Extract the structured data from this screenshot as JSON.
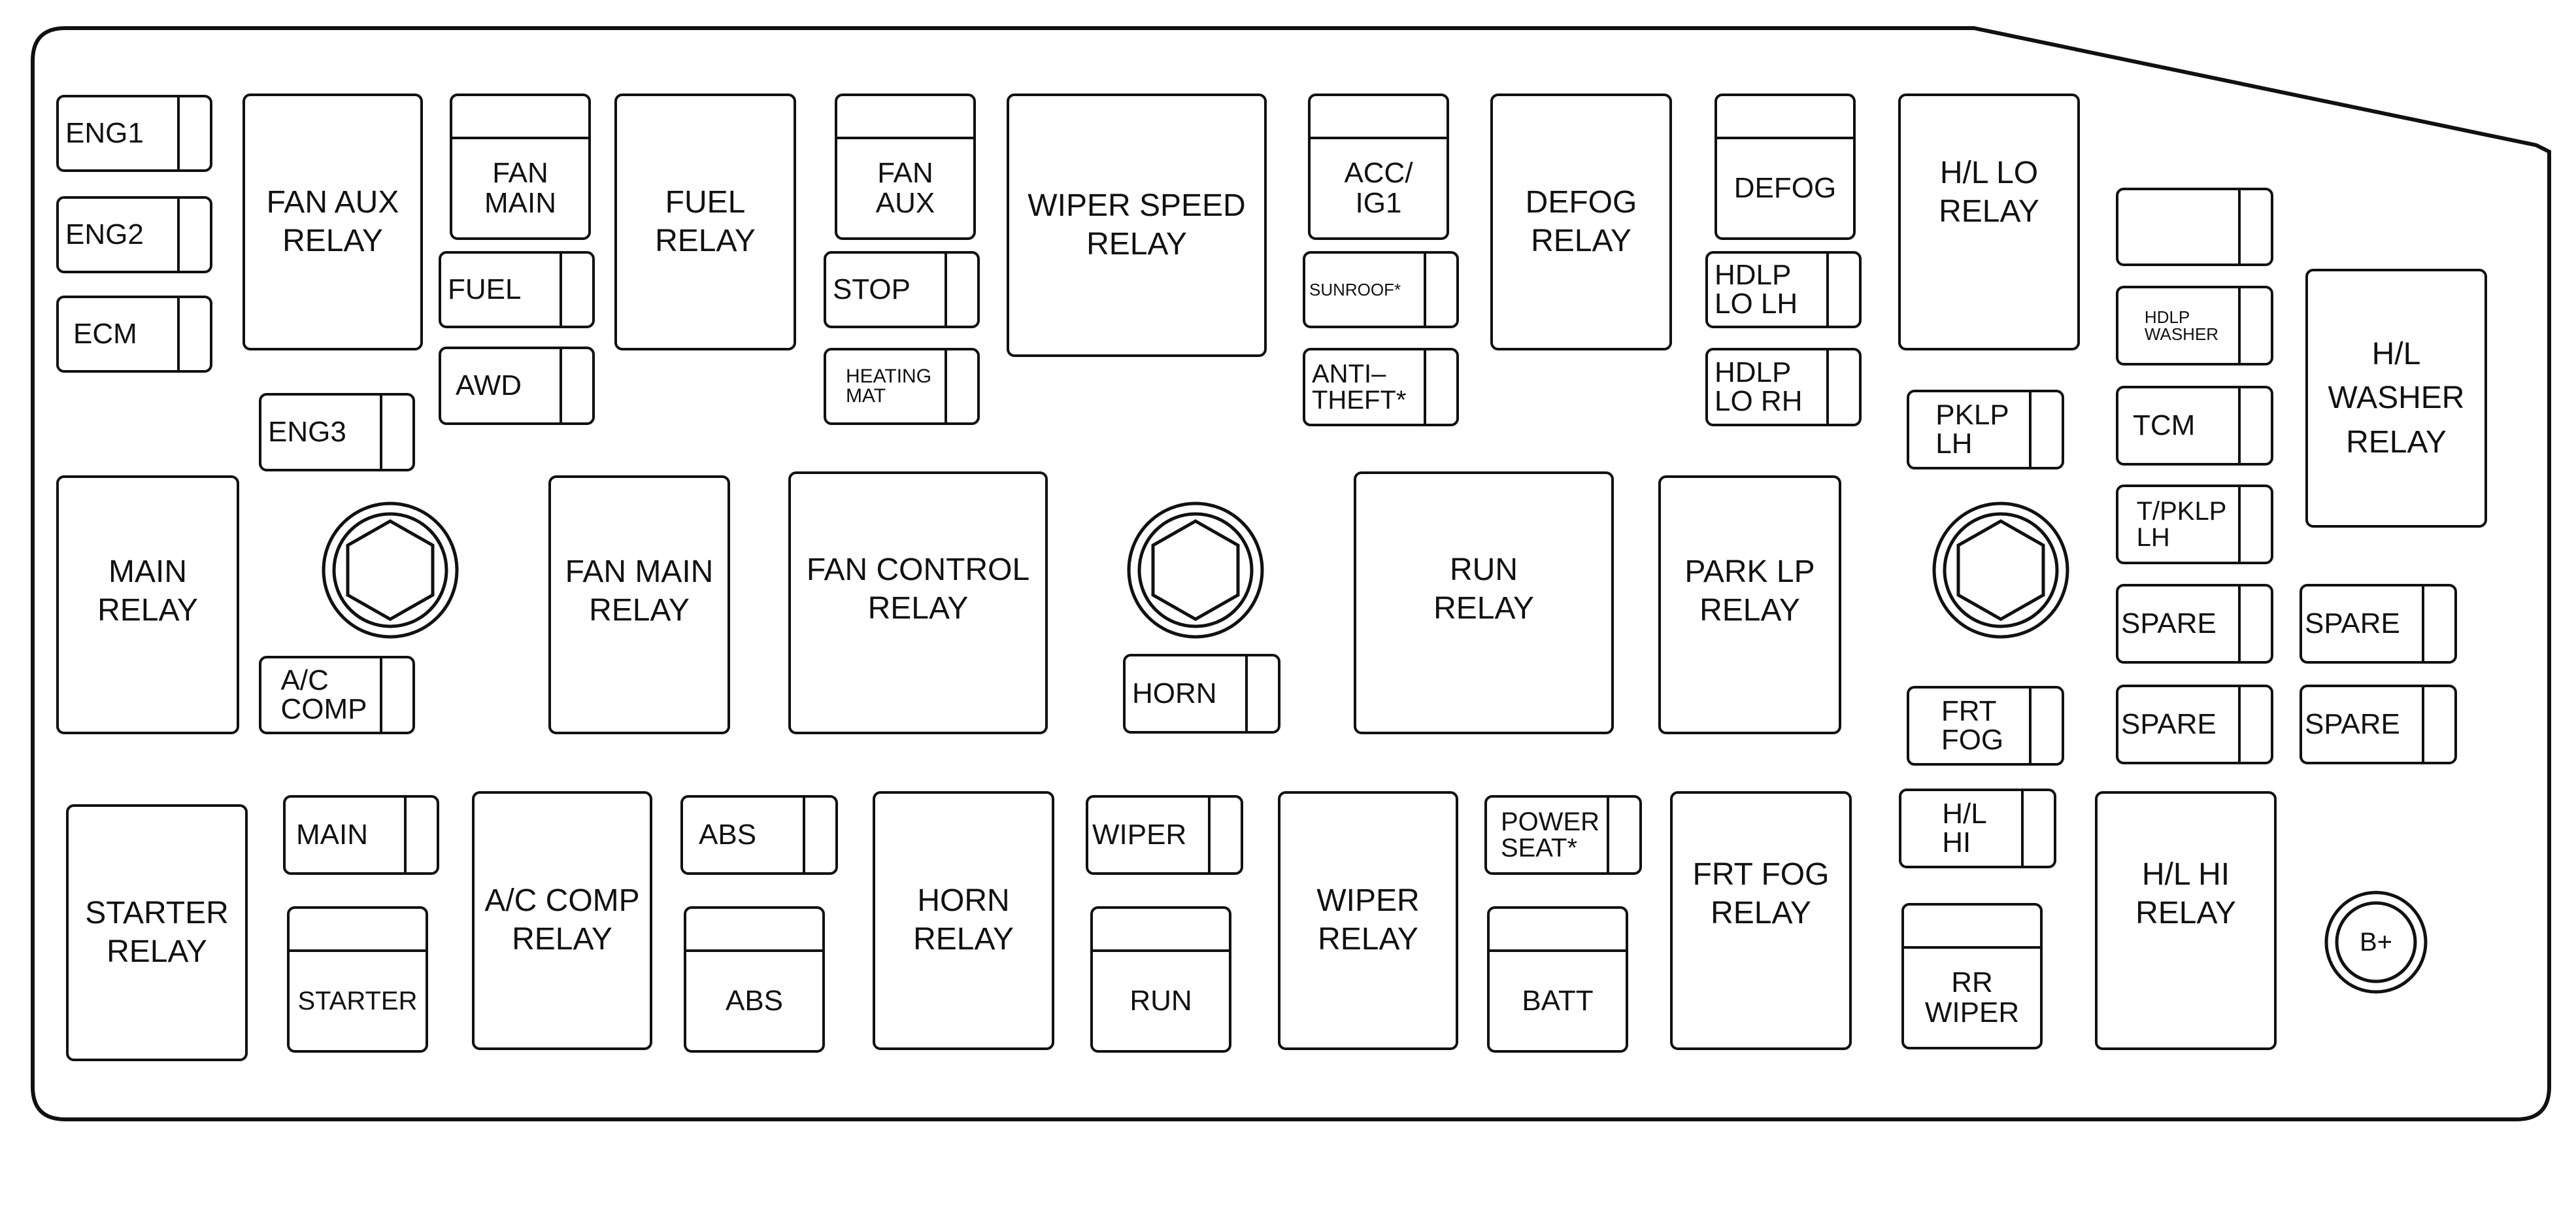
{
  "diagram": {
    "fuses": {
      "eng1": "ENG1",
      "eng2": "ENG2",
      "ecm": "ECM",
      "eng3": "ENG3",
      "fuel": "FUEL",
      "awd": "AWD",
      "ac_comp": "A/C\nCOMP",
      "stop": "STOP",
      "heating_mat": "HEATING\nMAT",
      "sunroof": "SUNROOF*",
      "anti_theft": "ANTI–\nTHEFT*",
      "hdlp_lo_lh": "HDLP\nLO LH",
      "hdlp_lo_rh": "HDLP\nLO RH",
      "pklp_lh": "PKLP\nLH",
      "frt_fog": "FRT\nFOG",
      "hl_hi": "H/L\nHI",
      "blank": "",
      "hdlp_washer": "HDLP\nWASHER",
      "tcm": "TCM",
      "t_pklp_lh": "T/PKLP\nLH",
      "spare": "SPARE",
      "horn": "HORN",
      "main": "MAIN",
      "abs": "ABS",
      "wiper": "WIPER",
      "power_seat": "POWER\nSEAT*"
    },
    "hfuses": {
      "fan_main": "FAN\nMAIN",
      "fan_aux": "FAN\nAUX",
      "acc_ig1": "ACC/\nIG1",
      "defog": "DEFOG",
      "starter": "STARTER",
      "abs": "ABS",
      "run": "RUN",
      "batt": "BATT",
      "rr_wiper": "RR\nWIPER"
    },
    "relays": {
      "fan_aux": "FAN AUX\nRELAY",
      "fuel": "FUEL\nRELAY",
      "wiper_speed": "WIPER SPEED\nRELAY",
      "defog": "DEFOG\nRELAY",
      "hl_lo": "H/L LO\nRELAY",
      "hl_washer": "H/L\nWASHER\nRELAY",
      "main": "MAIN\nRELAY",
      "fan_main": "FAN MAIN\nRELAY",
      "fan_control": "FAN CONTROL\nRELAY",
      "run": "RUN\nRELAY",
      "park_lp": "PARK LP\nRELAY",
      "starter": "STARTER\nRELAY",
      "ac_comp": "A/C COMP\nRELAY",
      "horn": "HORN\nRELAY",
      "wiper": "WIPER\nRELAY",
      "frt_fog": "FRT FOG\nRELAY",
      "hl_hi": "H/L HI\nRELAY"
    },
    "terminal": "B+"
  }
}
